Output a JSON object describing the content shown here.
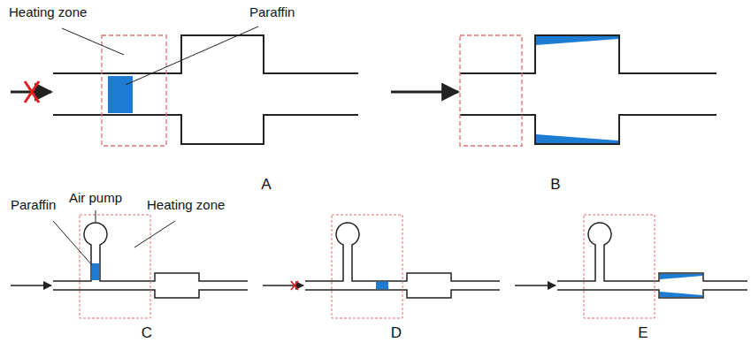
{
  "diagram": {
    "labels": [
      "Heating zone",
      "Paraffin",
      "A",
      "B",
      "Paraffin",
      "Air pump",
      "Heating zone",
      "C",
      "D",
      "E"
    ]
  }
}
